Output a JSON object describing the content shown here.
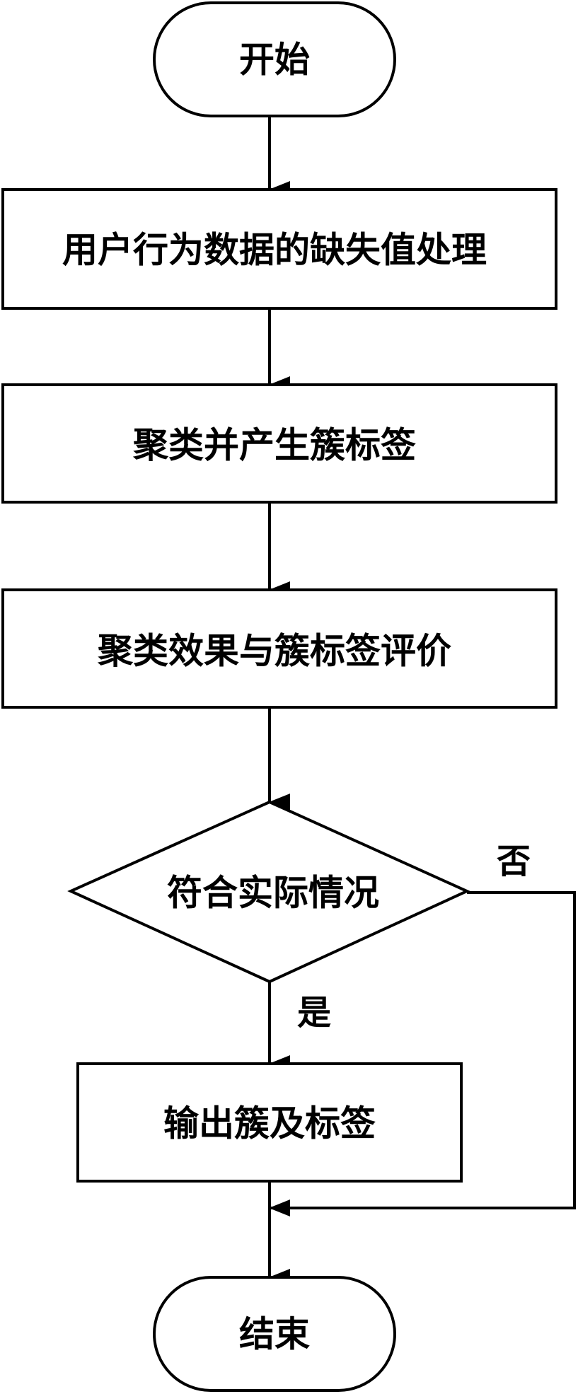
{
  "flowchart": {
    "nodes": {
      "start": {
        "label": "开始",
        "shape": "terminal"
      },
      "step1": {
        "label": "用户行为数据的缺失值处理",
        "shape": "process"
      },
      "step2": {
        "label": "聚类并产生簇标签",
        "shape": "process"
      },
      "step3": {
        "label": "聚类效果与簇标签评价",
        "shape": "process"
      },
      "decision": {
        "label": "符合实际情况",
        "shape": "decision"
      },
      "output": {
        "label": "输出簇及标签",
        "shape": "process"
      },
      "end": {
        "label": "结束",
        "shape": "terminal"
      }
    },
    "edges": [
      {
        "from": "start",
        "to": "step1",
        "label": ""
      },
      {
        "from": "step1",
        "to": "step2",
        "label": ""
      },
      {
        "from": "step2",
        "to": "step3",
        "label": ""
      },
      {
        "from": "step3",
        "to": "decision",
        "label": ""
      },
      {
        "from": "decision",
        "to": "output",
        "label": "是"
      },
      {
        "from": "decision",
        "to": "end",
        "label": "否"
      },
      {
        "from": "output",
        "to": "end",
        "label": ""
      }
    ],
    "branch_labels": {
      "yes": "是",
      "no": "否"
    },
    "colors": {
      "stroke": "#000000",
      "fill": "#ffffff",
      "text": "#000000"
    }
  }
}
